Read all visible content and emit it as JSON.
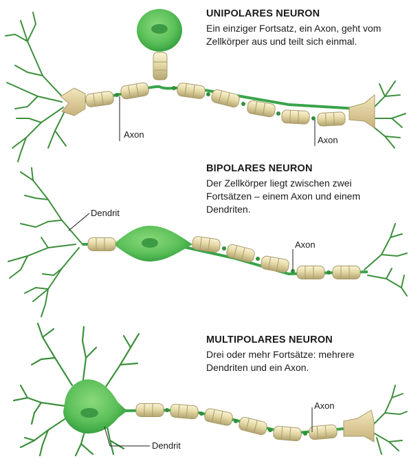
{
  "sections": [
    {
      "heading": "UNIPOLARES NEURON",
      "description": "Ein einziger Fortsatz, ein Axon, geht vom Zellkörper aus und teilt sich einmal.",
      "labels": [
        "Axon",
        "Axon"
      ]
    },
    {
      "heading": "BIPOLARES NEURON",
      "description": "Der Zellkörper liegt zwischen zwei Fortsätzen – einem Axon und einem Dendriten.",
      "labels": [
        "Dendrit",
        "Axon"
      ]
    },
    {
      "heading": "MULTIPOLARES NEURON",
      "description": "Drei oder mehr Fortsätze: mehrere Dendriten und ein Axon.",
      "labels": [
        "Axon",
        "Dendrit"
      ]
    }
  ],
  "colors": {
    "cell_body": "#5cc05a",
    "cell_body_dark": "#2f9a3a",
    "nucleus": "#3c9a44",
    "dendrite": "#3c8f3c",
    "myelin": "#e5d9a6",
    "myelin_edge": "#a79b6a",
    "axon_terminal": "#e2cf97"
  }
}
